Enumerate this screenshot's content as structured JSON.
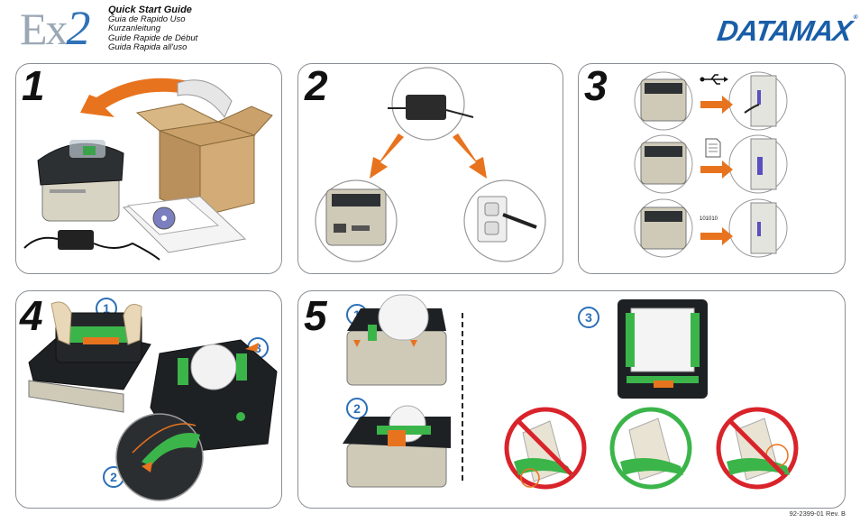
{
  "header": {
    "logo_prefix": "Ex",
    "logo_suffix": "2",
    "titles": [
      "Quick Start Guide",
      "Guia de Rapido Uso",
      "Kurzanleitung",
      "Guide Rapide de Début",
      "Guida Rapida all'uso"
    ],
    "brand": "DATAMAX",
    "brand_mark": "®"
  },
  "steps": {
    "s1": "1",
    "s2": "2",
    "s3": "3",
    "s4": "4",
    "s5": "5"
  },
  "substeps": {
    "a": "1",
    "b": "2",
    "c": "3"
  },
  "step3": {
    "code_label": "101010"
  },
  "icons": [
    "usb-icon",
    "document-icon",
    "prohibited-icon",
    "checkmark-circle-icon"
  ],
  "colors": {
    "accent_orange": "#e8731e",
    "brand_blue": "#1a5ea8",
    "ok_green": "#3bb54a",
    "no_red": "#d9232a"
  },
  "footer": {
    "doc_id": "92-2399-01 Rev. B"
  }
}
